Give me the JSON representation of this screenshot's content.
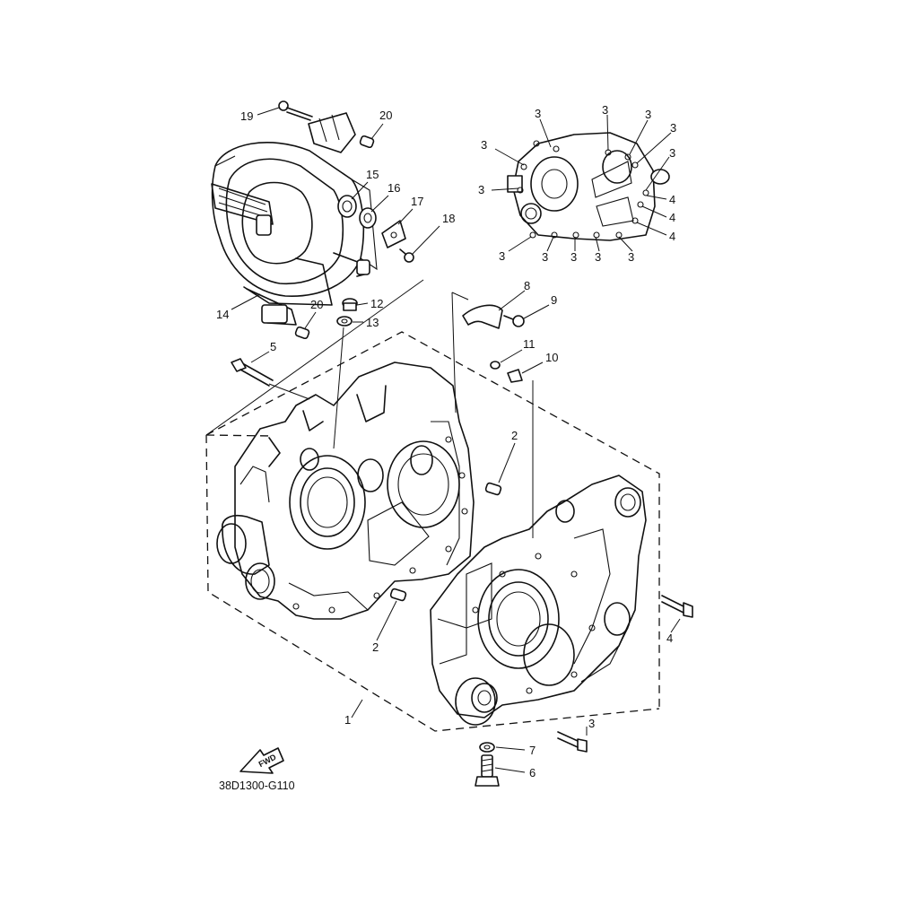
{
  "diagram": {
    "code": "38D1300-G110",
    "fwd_label": "FWD",
    "callouts": [
      "19",
      "20",
      "15",
      "16",
      "17",
      "18",
      "14",
      "20",
      "12",
      "13",
      "5",
      "8",
      "9",
      "11",
      "10",
      "2",
      "2",
      "1",
      "4",
      "3",
      "7",
      "6",
      "3",
      "3",
      "3",
      "3",
      "3",
      "3",
      "3",
      "3",
      "3",
      "3",
      "3",
      "3",
      "4",
      "4",
      "4"
    ]
  }
}
